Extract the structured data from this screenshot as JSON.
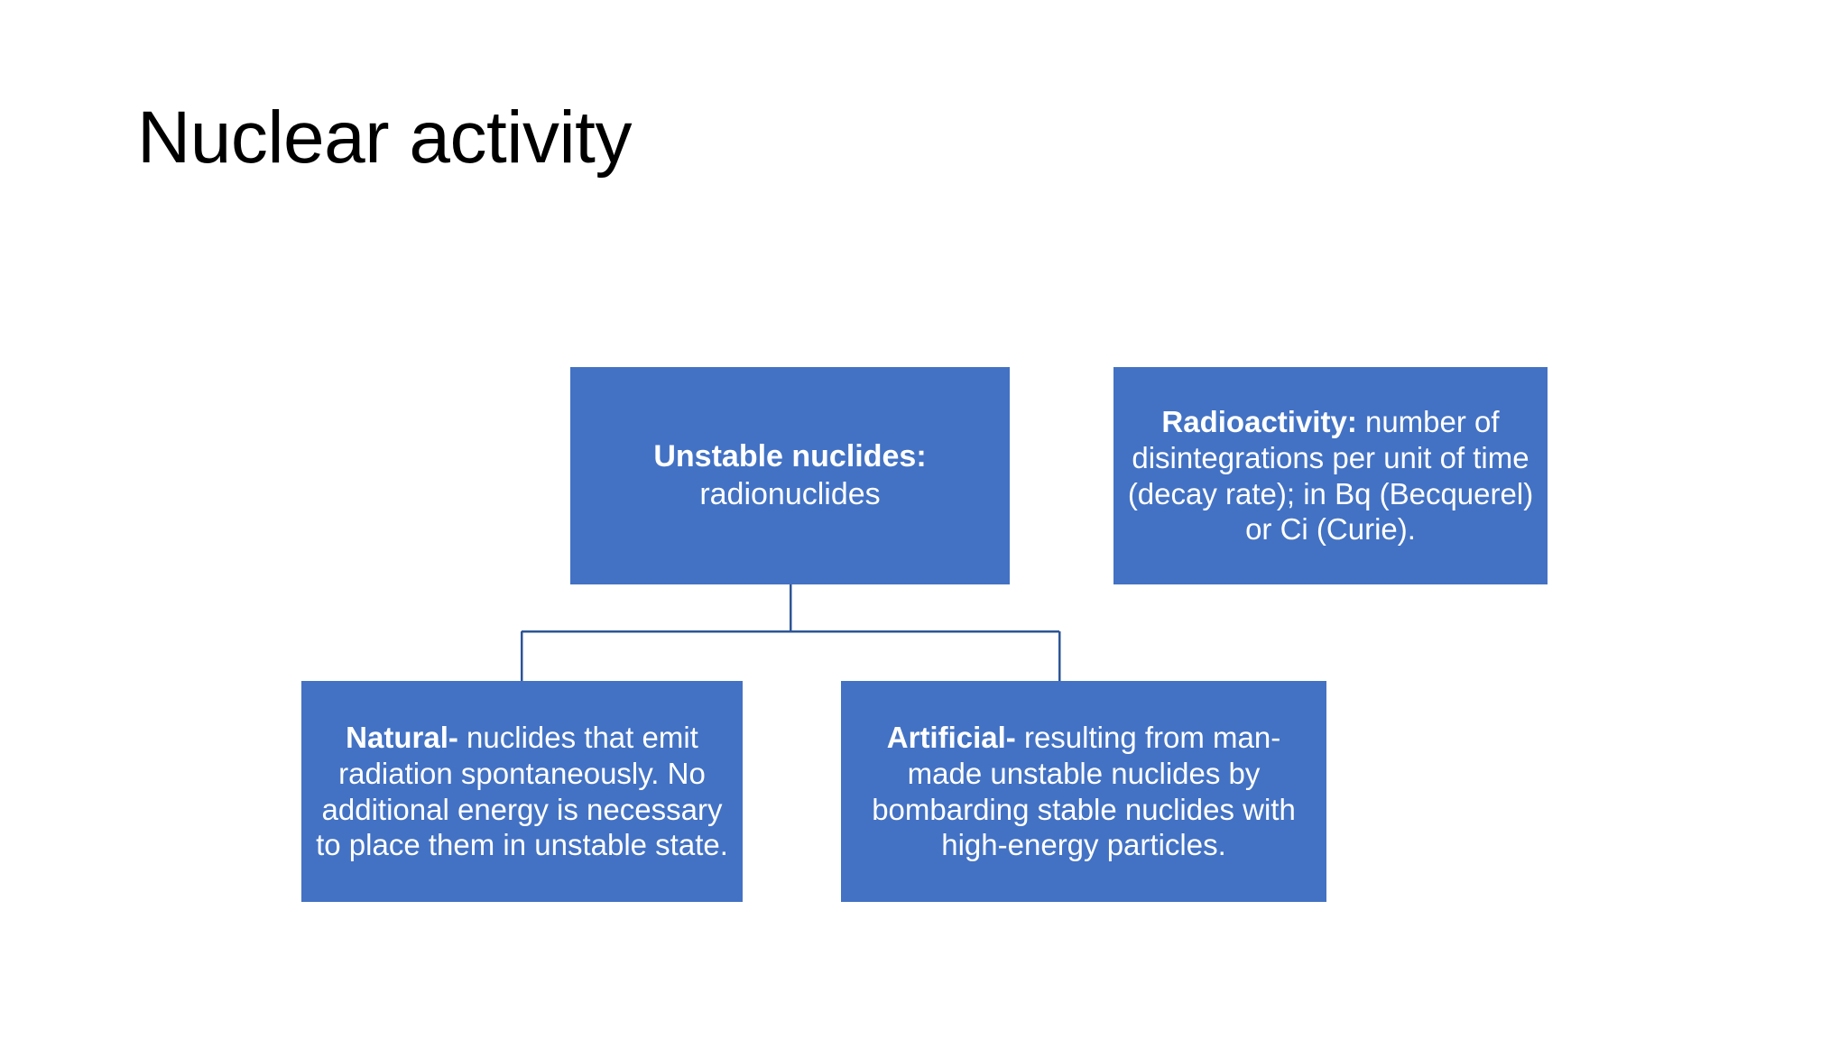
{
  "slide": {
    "title": "Nuclear activity",
    "background_color": "#ffffff",
    "box_fill_color": "#4372C4",
    "box_text_color": "#ffffff",
    "connector_color": "#2E5596"
  },
  "diagram": {
    "type": "org-chart",
    "nodes": {
      "unstable": {
        "heading": "Unstable nuclides:",
        "body": "radionuclides"
      },
      "radioactivity": {
        "heading": "Radioactivity:",
        "body": " number of disintegrations per unit of time (decay rate); in Bq (Becquerel) or Ci (Curie)."
      },
      "natural": {
        "heading": "Natural-",
        "body": " nuclides that emit radiation spontaneously. No additional energy is necessary to place them in unstable state."
      },
      "artificial": {
        "heading": "Artificial-",
        "body": " resulting from man-made unstable nuclides by bombarding stable nuclides with high-energy particles."
      }
    },
    "connections": [
      {
        "from": "unstable",
        "to": "natural"
      },
      {
        "from": "unstable",
        "to": "artificial"
      }
    ]
  }
}
